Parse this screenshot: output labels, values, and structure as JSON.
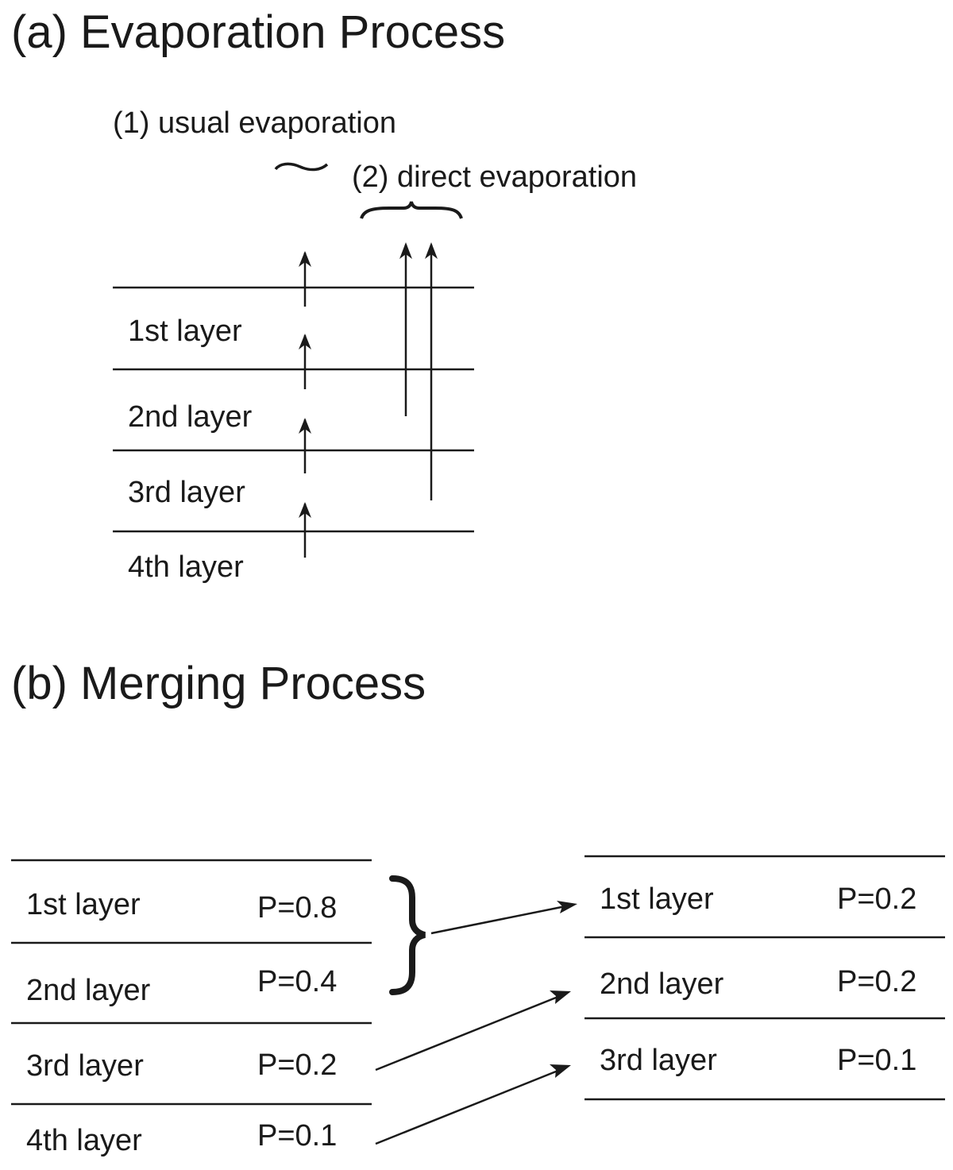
{
  "evaporation": {
    "heading": "(a) Evaporation Process",
    "usual_label": "(1) usual evaporation",
    "direct_label": "(2) direct evaporation",
    "layers": [
      "1st layer",
      "2nd layer",
      "3rd layer",
      "4th layer"
    ]
  },
  "merging": {
    "heading": "(b) Merging Process",
    "before": [
      {
        "label": "1st layer",
        "p": "P=0.8"
      },
      {
        "label": "2nd layer",
        "p": "P=0.4"
      },
      {
        "label": "3rd layer",
        "p": "P=0.2"
      },
      {
        "label": "4th layer",
        "p": "P=0.1"
      }
    ],
    "after": [
      {
        "label": "1st layer",
        "p": "P=0.2"
      },
      {
        "label": "2nd layer",
        "p": "P=0.2"
      },
      {
        "label": "3rd layer",
        "p": "P=0.1"
      }
    ]
  }
}
